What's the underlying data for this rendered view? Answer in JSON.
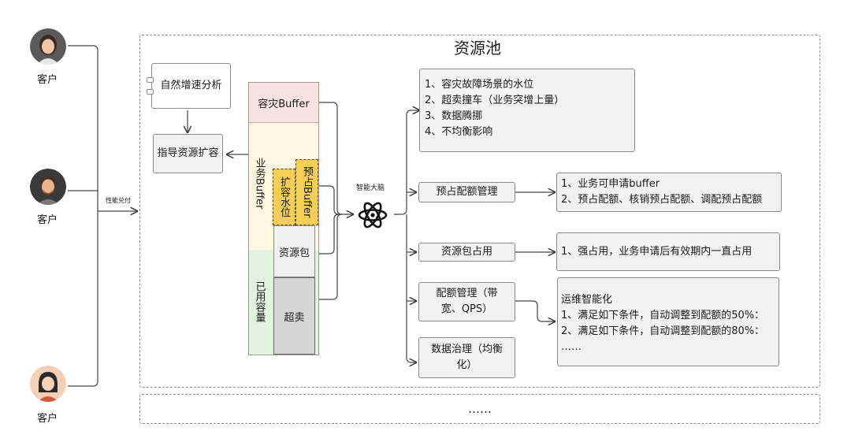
{
  "customers": [
    {
      "label": "客户"
    },
    {
      "label": "客户"
    },
    {
      "label": "客户"
    }
  ],
  "edge_label": "性能兑付",
  "pool_title": "资源池",
  "more_text": "……",
  "natural_growth": "自然增速分析",
  "guide_expand": "指导资源扩容",
  "stack": {
    "disaster_buffer": "容灾Buffer",
    "business_buffer": "业务Buffer",
    "expand_level": "扩容水位",
    "reserve_buffer": "预占Buffer",
    "resource_pack": "资源包",
    "used_capacity": "已用容量",
    "oversell": "超卖"
  },
  "brain_label": "智能大脑",
  "scenarios": [
    "1、容灾故障场景的水位",
    "2、超卖撞车（业务突增上量）",
    "3、数据腾挪",
    "4、不均衡影响"
  ],
  "nodes": {
    "reserve_quota": "预占配额管理",
    "pack_occupy": "资源包占用",
    "quota_mgmt": "配额管理（带宽、QPS）",
    "data_gov": "数据治理（均衡化）"
  },
  "reserve_detail": [
    "1、业务可申请buffer",
    "2、预占配额、核销预占配额、调配预占配额"
  ],
  "occupy_detail": [
    "1、强占用，业务申请后有效期内一直占用"
  ],
  "ops_detail": [
    "运维智能化",
    "1、满足如下条件，自动调整到配额的50%：",
    "2、满足如下条件，自动调整到配额的80%：",
    "……"
  ]
}
